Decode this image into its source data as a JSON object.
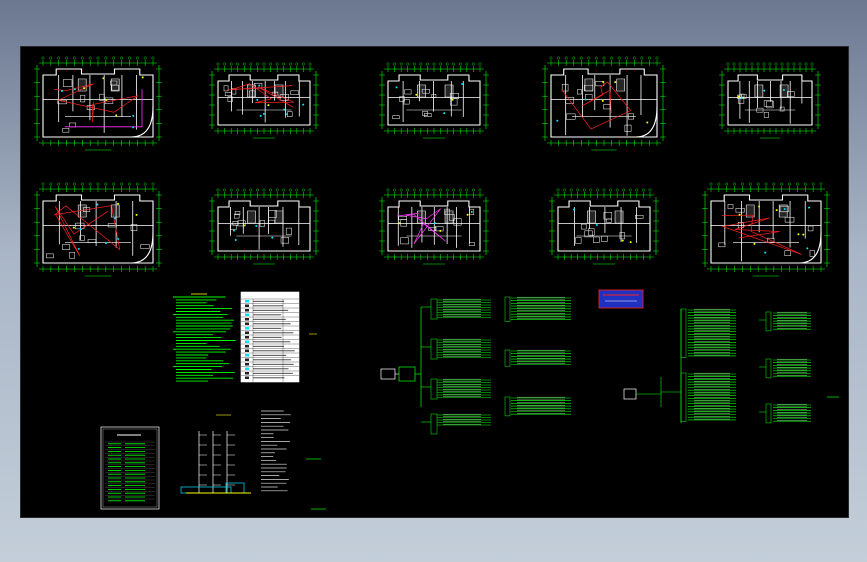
{
  "window": {
    "kind": "cad-drawing-viewer",
    "background": "#000000",
    "desktop_gradient": [
      "#6b7890",
      "#c3ced9"
    ]
  },
  "colors": {
    "wall": "#ffffff",
    "dimension": "#00ff00",
    "circuit_red": "#ff2020",
    "circuit_magenta": "#ff33ff",
    "fixture_cyan": "#00e5ff",
    "fixture_yellow": "#ffff00",
    "table_bg": "#ffffff",
    "legend_box": "#2030c0"
  },
  "drawing": {
    "floor_plans_row1_count": 5,
    "floor_plans_row2_count": 5,
    "has_design_notes": true,
    "has_legend_table": true,
    "has_riser_diagram": true,
    "has_distribution_diagrams": true,
    "has_title_block_table": true
  }
}
